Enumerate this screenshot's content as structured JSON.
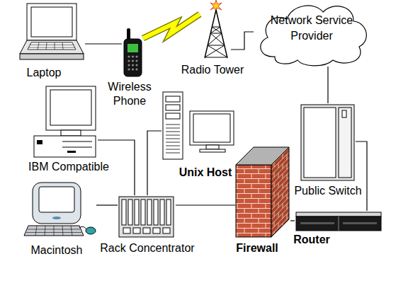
{
  "diagram": {
    "nodes": [
      {
        "text": [
          "Laptop"
        ]
      },
      {
        "text": [
          "Wireless Phone"
        ]
      },
      {
        "text": [
          "Radio Tower"
        ]
      },
      {
        "text": [
          "Network Service Provider"
        ]
      },
      {
        "text": [
          "IBM Compatible"
        ]
      },
      {
        "text": [
          "Unix Host"
        ]
      },
      {
        "text": [
          "Public Switch"
        ]
      },
      {
        "text": [
          "Macintosh"
        ]
      },
      {
        "text": [
          "Rack Concentrator"
        ]
      },
      {
        "text": [
          "Firewall"
        ]
      },
      {
        "text": [
          "Router"
        ]
      }
    ],
    "edges": [
      {
        "from": 0,
        "to": 1,
        "arrow": "none"
      },
      {
        "from": 1,
        "to": 2,
        "arrow": "none"
      },
      {
        "from": 2,
        "to": 3,
        "arrow": "none"
      },
      {
        "from": 3,
        "to": 6,
        "arrow": "none"
      },
      {
        "from": 6,
        "to": 10,
        "arrow": "none"
      },
      {
        "from": 10,
        "to": 9,
        "arrow": "none"
      },
      {
        "from": 9,
        "to": 8,
        "arrow": "none"
      },
      {
        "from": 4,
        "to": 8,
        "arrow": "none"
      },
      {
        "from": 7,
        "to": 8,
        "arrow": "none"
      },
      {
        "from": 8,
        "to": 5,
        "arrow": "none"
      }
    ]
  }
}
